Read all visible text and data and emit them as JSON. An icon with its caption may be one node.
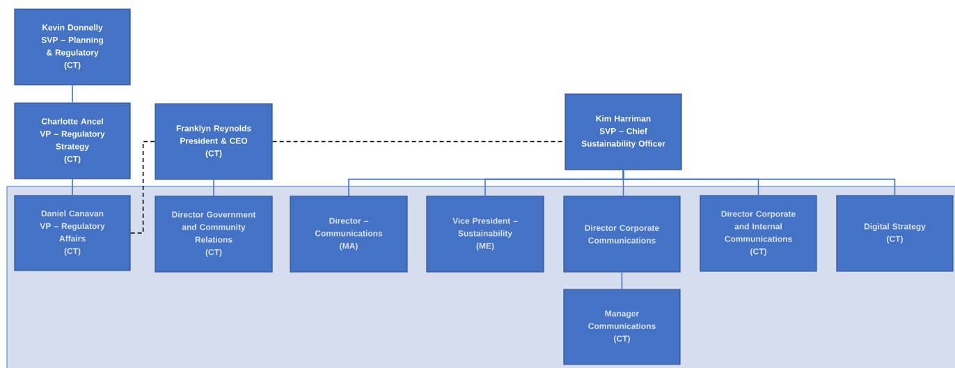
{
  "diagram": {
    "nodes": [
      {
        "text": [
          "Kevin Donnelly",
          "SVP – Planning & Regulatory",
          "(CT)"
        ]
      },
      {
        "text": [
          "Charlotte Ancel",
          "VP – Regulatory Strategy",
          "(CT)"
        ]
      },
      {
        "text": [
          "Franklyn Reynolds",
          "President & CEO",
          "(CT)"
        ]
      },
      {
        "text": [
          "Kim Harriman",
          "SVP – Chief Sustainability Officer"
        ]
      },
      {
        "text": [],
        "shape": "box"
      },
      {
        "text": [
          "Daniel Canavan",
          "VP – Regulatory Affairs",
          "(CT)"
        ],
        "in": 4
      },
      {
        "text": [
          "Director Government and Community Relations",
          "(CT)"
        ],
        "in": 4
      },
      {
        "text": [
          "Director – Communications",
          "(MA)"
        ],
        "in": 4
      },
      {
        "text": [
          "Vice President – Sustainability",
          "(ME)"
        ],
        "in": 4
      },
      {
        "text": [
          "Director Corporate Communications"
        ],
        "in": 4
      },
      {
        "text": [
          "Director Corporate and Internal Communications",
          "(CT)"
        ],
        "in": 4
      },
      {
        "text": [
          "Digital Strategy",
          "(CT)"
        ],
        "in": 4
      },
      {
        "text": [
          "Manager Communications",
          "(CT)"
        ],
        "in": 4
      }
    ],
    "edges": [
      {
        "from": 0,
        "to": 1,
        "arrow": "none"
      },
      {
        "from": 1,
        "to": 5,
        "arrow": "none"
      },
      {
        "from": 2,
        "to": 6,
        "arrow": "none"
      },
      {
        "from": 3,
        "to": 7,
        "arrow": "none"
      },
      {
        "from": 3,
        "to": 8,
        "arrow": "none"
      },
      {
        "from": 3,
        "to": 9,
        "arrow": "none"
      },
      {
        "from": 3,
        "to": 10,
        "arrow": "none"
      },
      {
        "from": 3,
        "to": 11,
        "arrow": "none"
      },
      {
        "from": 9,
        "to": 12,
        "arrow": "none"
      },
      {
        "from": 5,
        "to": 2,
        "arrow": "none",
        "style": "dashed",
        "color": "#000000"
      },
      {
        "from": 2,
        "to": 3,
        "arrow": "none",
        "style": "dashed",
        "color": "#000000"
      }
    ]
  }
}
